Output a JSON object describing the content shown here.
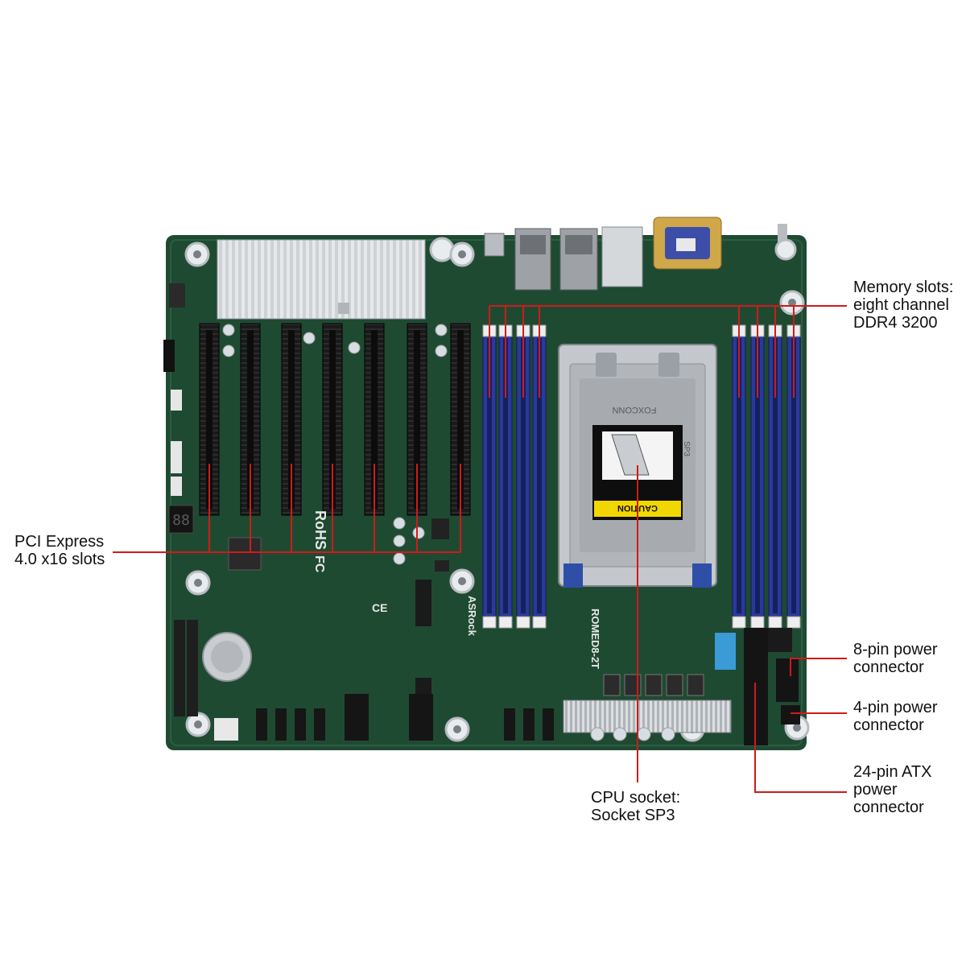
{
  "callouts": {
    "memory": "Memory slots:\neight channel\nDDR4 3200",
    "pcie": "PCI Express\n4.0 x16 slots",
    "cpu": "CPU socket:\nSocket SP3",
    "power8": "8-pin power\nconnector",
    "power4": "4-pin power\nconnector",
    "atx24": "24-pin ATX\npower\nconnector"
  },
  "board_labels": {
    "rohs": "RoHS",
    "fc": "FC",
    "ce": "CE",
    "model": "ROMED8-2T",
    "brand": "ASRock",
    "socket_vendor": "FOXCONN",
    "caution": "CAUTION",
    "sp3": "SP3",
    "debug_display": "88"
  },
  "colors": {
    "pcb": "#1f4a32",
    "pcb_dark": "#163826",
    "slot_black": "#161616",
    "dimm_blue": "#2a3a9a",
    "leader_red": "#d11a1a",
    "caution_yellow": "#f2d600",
    "steel": "#c4c7cb"
  }
}
